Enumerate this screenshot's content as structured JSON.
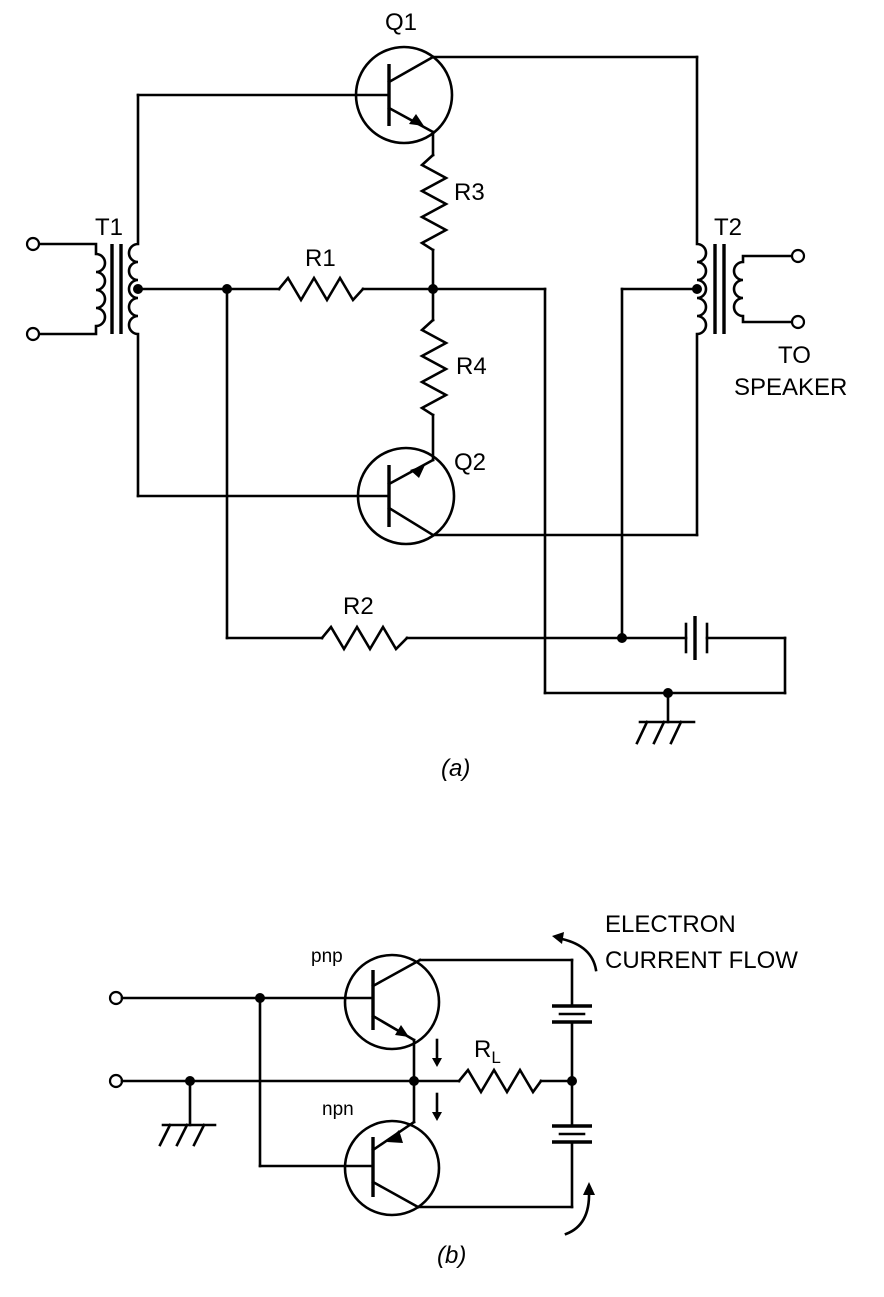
{
  "figure_a": {
    "caption": "(a)",
    "labels": {
      "q1": "Q1",
      "q2": "Q2",
      "r1": "R1",
      "r2": "R2",
      "r3": "R3",
      "r4": "R4",
      "t1": "T1",
      "t2": "T2",
      "speaker_line1": "TO",
      "speaker_line2": "SPEAKER"
    }
  },
  "figure_b": {
    "caption": "(b)",
    "labels": {
      "pnp": "pnp",
      "npn": "npn",
      "rl_main": "R",
      "rl_sub": "L",
      "flow_line1": "ELECTRON",
      "flow_line2": "CURRENT FLOW"
    }
  }
}
